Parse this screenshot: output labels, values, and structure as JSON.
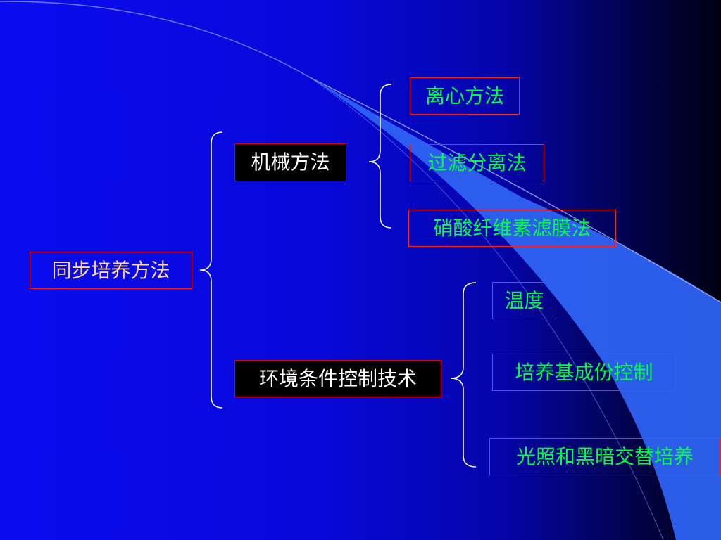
{
  "slide": {
    "colors": {
      "background_left": "#0a0cf0",
      "background_right": "#000010",
      "root_text": "#ffd6a0",
      "category_text": "#ffffff",
      "category_fill": "#000000",
      "leaf_text": "#00ff40",
      "box_border": "#ff2020",
      "bracket": "#ffffff"
    }
  },
  "diagram": {
    "root": {
      "label": "同步培养方法"
    },
    "categories": [
      {
        "label": "机械方法",
        "items": [
          {
            "label": "离心方法"
          },
          {
            "label": "过滤分离法"
          },
          {
            "label": "硝酸纤维素滤膜法"
          }
        ]
      },
      {
        "label": "环境条件控制技术",
        "items": [
          {
            "label": "温度"
          },
          {
            "label": "培养基成份控制"
          },
          {
            "label": "光照和黑暗交替培养"
          }
        ]
      }
    ]
  }
}
